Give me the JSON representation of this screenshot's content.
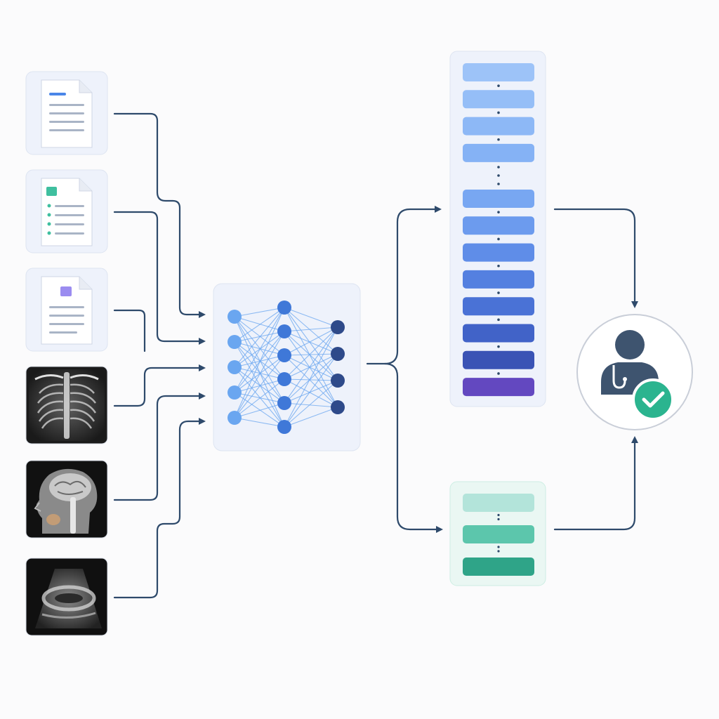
{
  "diagram": {
    "inputs": {
      "documents": [
        {
          "icon": "report-document-icon",
          "accent": "#4a86e8"
        },
        {
          "icon": "checklist-document-icon",
          "accent": "#3fbf9f"
        },
        {
          "icon": "form-document-icon",
          "accent": "#9b8cf0"
        }
      ],
      "images": [
        {
          "icon": "chest-xray-icon"
        },
        {
          "icon": "brain-mri-icon"
        },
        {
          "icon": "ultrasound-scan-icon"
        }
      ]
    },
    "model": {
      "icon": "neural-network-icon",
      "layer_sizes": [
        5,
        6,
        4
      ]
    },
    "outputs": {
      "blue_stack": {
        "bars": 12,
        "gap_after_index": 3,
        "colors": [
          "#9dc3f8",
          "#95bef7",
          "#8db8f6",
          "#85b2f5",
          "#78a7f2",
          "#6c9bee",
          "#5f8de8",
          "#5480e0",
          "#4a72d6",
          "#4163c8",
          "#3a53b5",
          "#6348c0"
        ]
      },
      "teal_stack": {
        "bars": 3,
        "colors": [
          "#b3e4da",
          "#5cc6ac",
          "#2fa488"
        ]
      }
    },
    "result": {
      "icon": "doctor-verified-icon",
      "check_color": "#2bb48f"
    },
    "colors": {
      "connector": "#2e4a6b",
      "panel_fill": "#eef2fb",
      "panel_border": "#dde4f1",
      "teal_panel_fill": "#eaf7f3",
      "teal_panel_border": "#cdeee3",
      "node_light": "#6aa6f0",
      "node_mid": "#3f78d8",
      "node_dark": "#2e4a8a"
    }
  }
}
